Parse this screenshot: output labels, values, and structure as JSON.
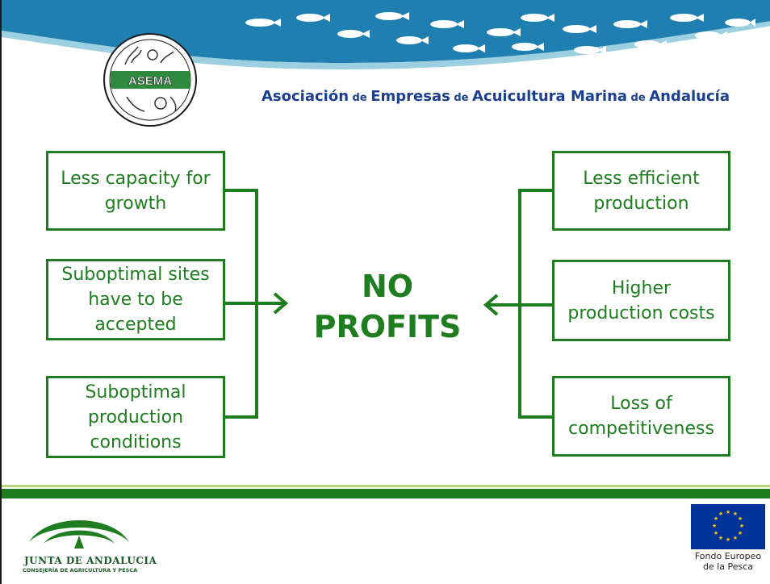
{
  "header": {
    "logo_text": "ASEMA",
    "association_parts": [
      {
        "text": "Asociación",
        "small": false
      },
      {
        "text": " de ",
        "small": true
      },
      {
        "text": "Empresas",
        "small": false
      },
      {
        "text": " de ",
        "small": true
      },
      {
        "text": "Acuicultura Marina",
        "small": false
      },
      {
        "text": " de ",
        "small": true
      },
      {
        "text": "Andalucía",
        "small": false
      }
    ]
  },
  "diagram": {
    "left_boxes": [
      "Less capacity for\ngrowth",
      "Suboptimal sites\nhave to be\naccepted",
      "Suboptimal\nproduction\nconditions"
    ],
    "center": "NO\nPROFITS",
    "right_boxes": [
      "Less efficient\nproduction",
      "Higher\nproduction costs",
      "Loss of\ncompetitiveness"
    ]
  },
  "footer": {
    "junta_name": "JUNTA DE ANDALUCIA",
    "junta_subtitle": "CONSEJERÍA DE AGRICULTURA Y PESCA",
    "eu_caption": "Fondo Europeo\nde la Pesca"
  },
  "colors": {
    "primary_green": "#1d7d1f",
    "title_blue": "#1b3f8f",
    "banner_blue": "#1f7fb0",
    "eu_blue": "#003399",
    "eu_star": "#ffcc00"
  }
}
